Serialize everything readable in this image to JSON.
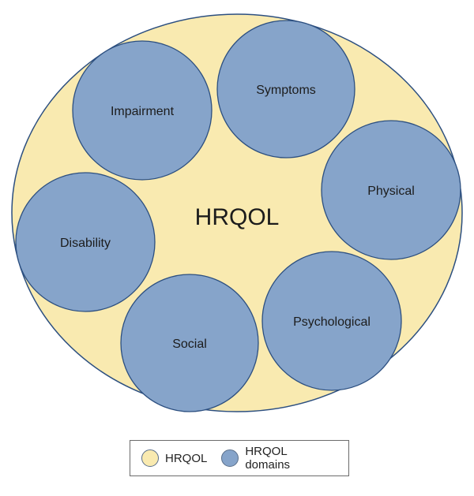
{
  "title": "HRQOL",
  "domains": [
    "Impairment",
    "Symptoms",
    "Physical",
    "Disability",
    "Psychological",
    "Social"
  ],
  "legend": {
    "outer_label": "HRQOL",
    "inner_label": "HRQOL domains"
  },
  "colors": {
    "outer_fill": "#f9eab0",
    "outer_stroke": "#2c4f80",
    "domain_fill": "#86a4ca",
    "domain_stroke": "#2c4f80",
    "text": "#1c1c1c"
  }
}
